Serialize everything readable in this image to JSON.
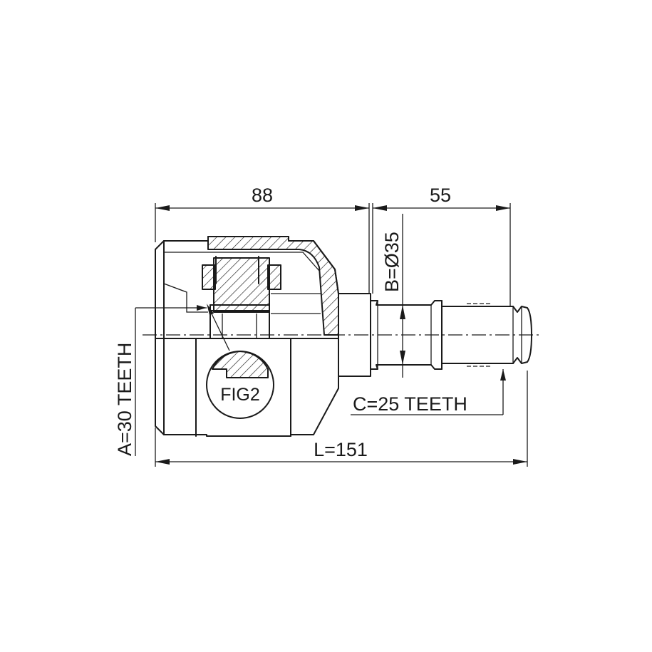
{
  "dimensions": {
    "housing_length": "88",
    "shaft_length": "55",
    "total_length": "L=151",
    "shaft_diameter": "B=Ø35",
    "inner_spline": "A=30 TEETH",
    "outer_spline": "C=25 TEETH"
  },
  "callouts": {
    "detail": "FIG2"
  }
}
